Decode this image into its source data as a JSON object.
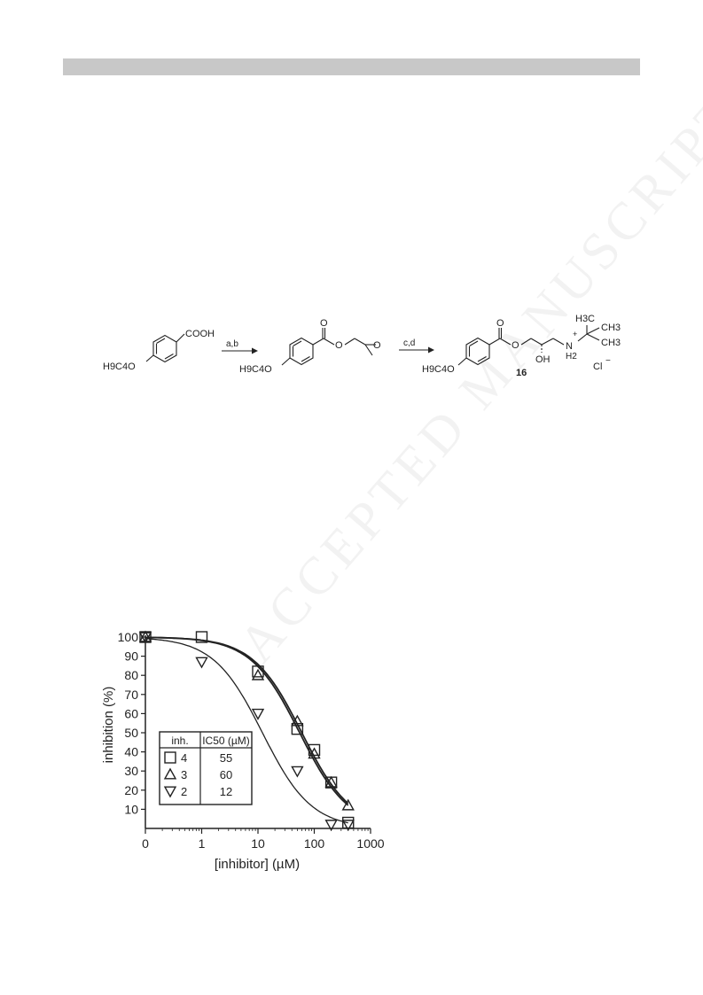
{
  "page": {
    "watermark": "ACCEPTED MANUSCRIPT"
  },
  "scheme": {
    "start": {
      "acid": "COOH",
      "alkyl": "H9C4O"
    },
    "arrow1": "a,b",
    "intermediate": {
      "carbonyl_o": "O",
      "ester_o": "O",
      "epoxide_o": "O",
      "alkyl": "H9C4O"
    },
    "arrow2": "c,d",
    "product": {
      "carbonyl_o": "O",
      "ester_o": "O",
      "hydroxyl": "OH",
      "amine": "N",
      "amine_h": "H2",
      "plus": "+",
      "methyls": [
        "H3C",
        "CH3",
        "CH3"
      ],
      "counterion": "Cl",
      "counterion_charge": "−",
      "compound_number": "16",
      "alkyl": "H9C4O"
    }
  },
  "chart_data": {
    "type": "scatter",
    "xlabel": "[inhibitor] (µM)",
    "ylabel": "inhibition (%)",
    "xscale": "log",
    "x_tick_labels": [
      "0",
      "1",
      "10",
      "100",
      "1000"
    ],
    "y_ticks": [
      10,
      20,
      30,
      40,
      50,
      60,
      70,
      80,
      90,
      100
    ],
    "xlim": [
      0.1,
      1000
    ],
    "ylim": [
      0,
      100
    ],
    "grid": false,
    "legend_table": {
      "headers": [
        "inh.",
        "IC50 (µM)"
      ],
      "rows": [
        {
          "symbol": "square",
          "inhibitor": "4",
          "ic50": "55"
        },
        {
          "symbol": "triangle-up",
          "inhibitor": "3",
          "ic50": "60"
        },
        {
          "symbol": "triangle-down",
          "inhibitor": "2",
          "ic50": "12"
        }
      ]
    },
    "series": [
      {
        "symbol": "square",
        "ic50": 55,
        "points": [
          [
            0.1,
            100
          ],
          [
            1,
            100
          ],
          [
            10,
            82
          ],
          [
            50,
            52
          ],
          [
            100,
            41
          ],
          [
            200,
            24
          ],
          [
            400,
            3
          ]
        ]
      },
      {
        "symbol": "triangle-up",
        "ic50": 60,
        "points": [
          [
            0.1,
            100
          ],
          [
            10,
            80
          ],
          [
            50,
            56
          ],
          [
            100,
            39
          ],
          [
            200,
            24
          ],
          [
            400,
            12
          ]
        ]
      },
      {
        "symbol": "triangle-down",
        "ic50": 12,
        "points": [
          [
            0.1,
            100
          ],
          [
            1,
            87
          ],
          [
            10,
            60
          ],
          [
            50,
            30
          ],
          [
            200,
            2
          ],
          [
            400,
            2
          ]
        ]
      }
    ]
  }
}
